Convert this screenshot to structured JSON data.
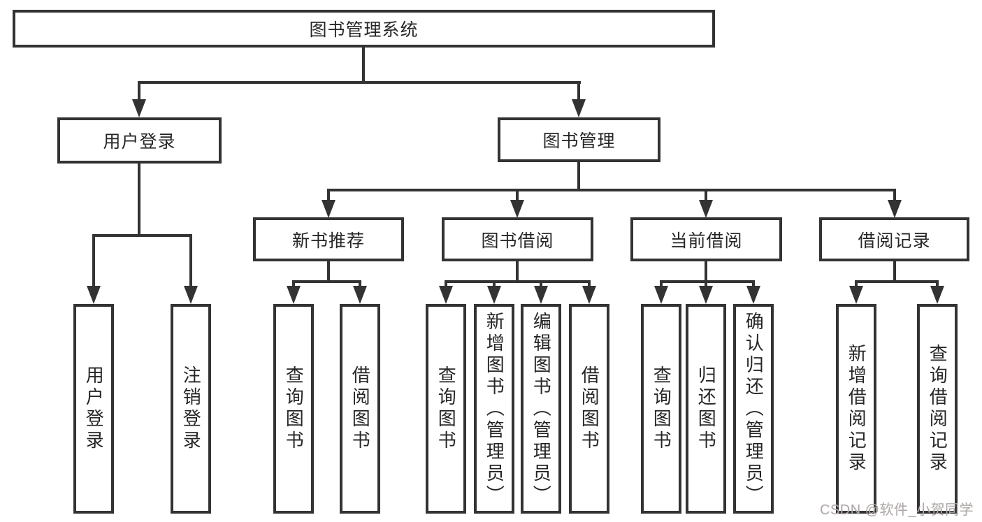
{
  "colors": {
    "line": "#333333",
    "text": "#262626",
    "watermark": "#ababab"
  },
  "tree": {
    "root": {
      "label": "图书管理系统"
    },
    "branches": [
      {
        "label": "用户登录",
        "children": [
          "用户登录",
          "注销登录"
        ]
      },
      {
        "label": "图书管理",
        "children": [
          {
            "label": "新书推荐",
            "children": [
              "查询图书",
              "借阅图书"
            ]
          },
          {
            "label": "图书借阅",
            "children": [
              "查询图书",
              "新增图书（管理员）",
              "编辑图书（管理员）",
              "借阅图书"
            ]
          },
          {
            "label": "当前借阅",
            "children": [
              "查询图书",
              "归还图书",
              "确认归还（管理员）"
            ]
          },
          {
            "label": "借阅记录",
            "children": [
              "新增借阅记录",
              "查询借阅记录"
            ]
          }
        ]
      }
    ]
  },
  "watermark": {
    "text": "CSDN @软件_小贺同学"
  }
}
